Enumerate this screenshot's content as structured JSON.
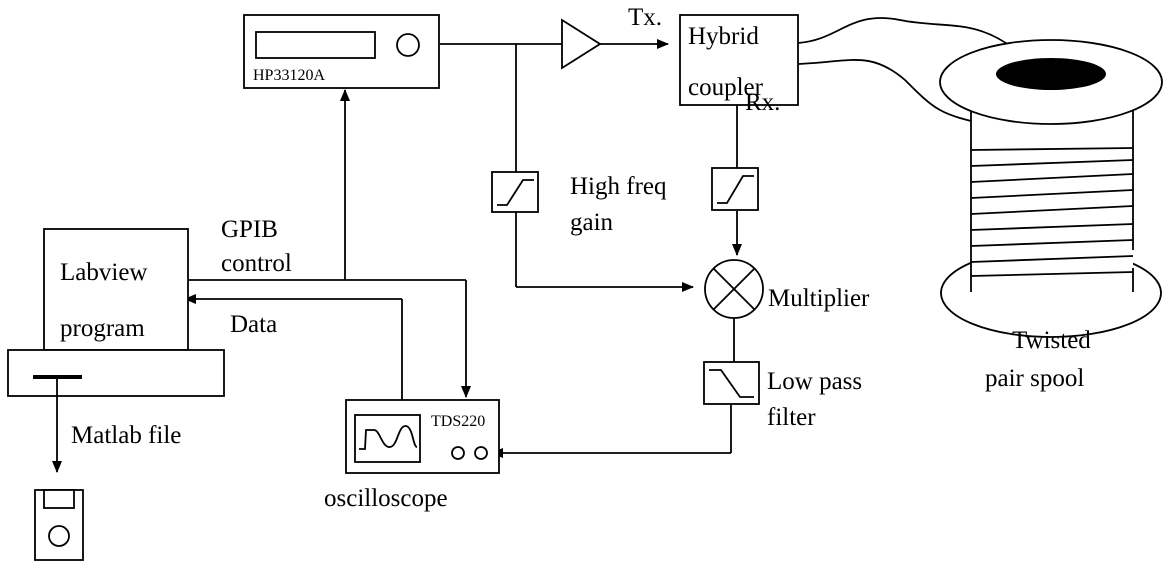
{
  "labels": {
    "generator": "HP33120A",
    "tx": "Tx.",
    "hybrid_line1": "Hybrid",
    "hybrid_line2": "coupler",
    "rx": "Rx.",
    "hf_gain_line1": "High freq",
    "hf_gain_line2": "gain",
    "gpib_line1": "GPIB",
    "gpib_line2": "control",
    "labview_line1": "Labview",
    "labview_line2": "program",
    "data": "Data",
    "multiplier": "Multiplier",
    "lowpass_line1": "Low pass",
    "lowpass_line2": "filter",
    "scope_model": "TDS220",
    "scope_caption": "oscilloscope",
    "matlab": "Matlab file",
    "spool_line1": "Twisted",
    "spool_line2": "pair spool"
  },
  "icons": [
    "signal-generator-icon",
    "amplifier-icon",
    "highpass-filter-icon",
    "multiplier-icon",
    "lowpass-filter-icon",
    "oscilloscope-icon",
    "computer-icon",
    "floppy-disk-icon",
    "cable-spool-icon"
  ]
}
